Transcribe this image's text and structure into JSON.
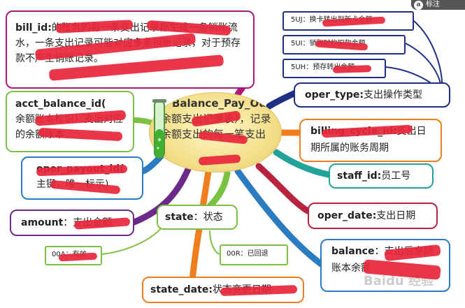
{
  "badge": {
    "icon_letter": "a",
    "label": "标注"
  },
  "center": {
    "title": "Balance_Pay_Out(",
    "body": "余额支出记录表），记录余额支出的每一笔支出"
  },
  "nodes": {
    "bill_id": {
      "code": "bill_id:",
      "text": "的账务的每一条支出记录都生成一条销账流水，一条支出记录可能对应多条销账记录，对于预存款不产生销账记录。"
    },
    "acct_balance_id": {
      "code": "acct_balance_id(",
      "text": "余额账本标识）支出对应的余额账本"
    },
    "oper_payout_id": {
      "code": "oper_payout_id(",
      "text": "主键，唯一标示)"
    },
    "amount": {
      "code": "amount",
      "text": "：支出金额"
    },
    "state": {
      "code": "state",
      "text": "：状态"
    },
    "state_00A": {
      "text": "00A：有效"
    },
    "state_00R": {
      "text": "00R：已回退"
    },
    "state_date": {
      "code": "state_date:",
      "text": "状态变更日期"
    },
    "balance": {
      "code": "balance",
      "text": "：支出后余额账本余额"
    },
    "oper_date": {
      "code": "oper_date:",
      "text": "支出日期"
    },
    "staff_id": {
      "code": "staff_id:",
      "text": "员工号"
    },
    "billing_cycle_id": {
      "code": "billing_cycle_id:",
      "text": "支出日期所属的账务周期"
    },
    "oper_type": {
      "code": "oper_type:",
      "text": "支出操作类型"
    },
    "type_5UJ": {
      "text": "5UJ：换卡转出到新卡金额"
    },
    "type_5UI": {
      "text": "5UI：销账时的扣款金额"
    },
    "type_5UH": {
      "text": "5UH：预存转出金额"
    }
  },
  "watermark": "Baidu 经验",
  "colors": {
    "magenta": "#b0177a",
    "green": "#7cc242",
    "blue": "#2a7bbf",
    "purple": "#6b2a8a",
    "orange": "#f07e1e",
    "crimson": "#b8243f",
    "teal": "#22a39a",
    "navy": "#1f2f86",
    "scribble": "#e8253a"
  }
}
